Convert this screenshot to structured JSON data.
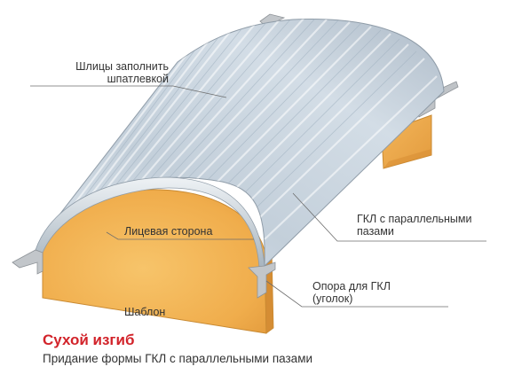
{
  "labels": {
    "slots": "Шлицы заполнить\nшпатлевкой",
    "front_side": "Лицевая сторона",
    "gkl_grooves": "ГКЛ с параллельными\nпазами",
    "support": "Опора для ГКЛ\n(уголок)",
    "template": "Шаблон"
  },
  "caption": {
    "title": "Сухой изгиб",
    "subtitle": "Придание формы ГКЛ с параллельными пазами"
  },
  "colors": {
    "template_front": "#f2b24f",
    "template_side": "#e59a3a",
    "sheet_top": "#c8d4de",
    "sheet_edge": "#a9b6c2",
    "angle_metal": "#b9bdc1",
    "caption_title": "#d2232a",
    "leader_line": "#6d6d6d"
  }
}
